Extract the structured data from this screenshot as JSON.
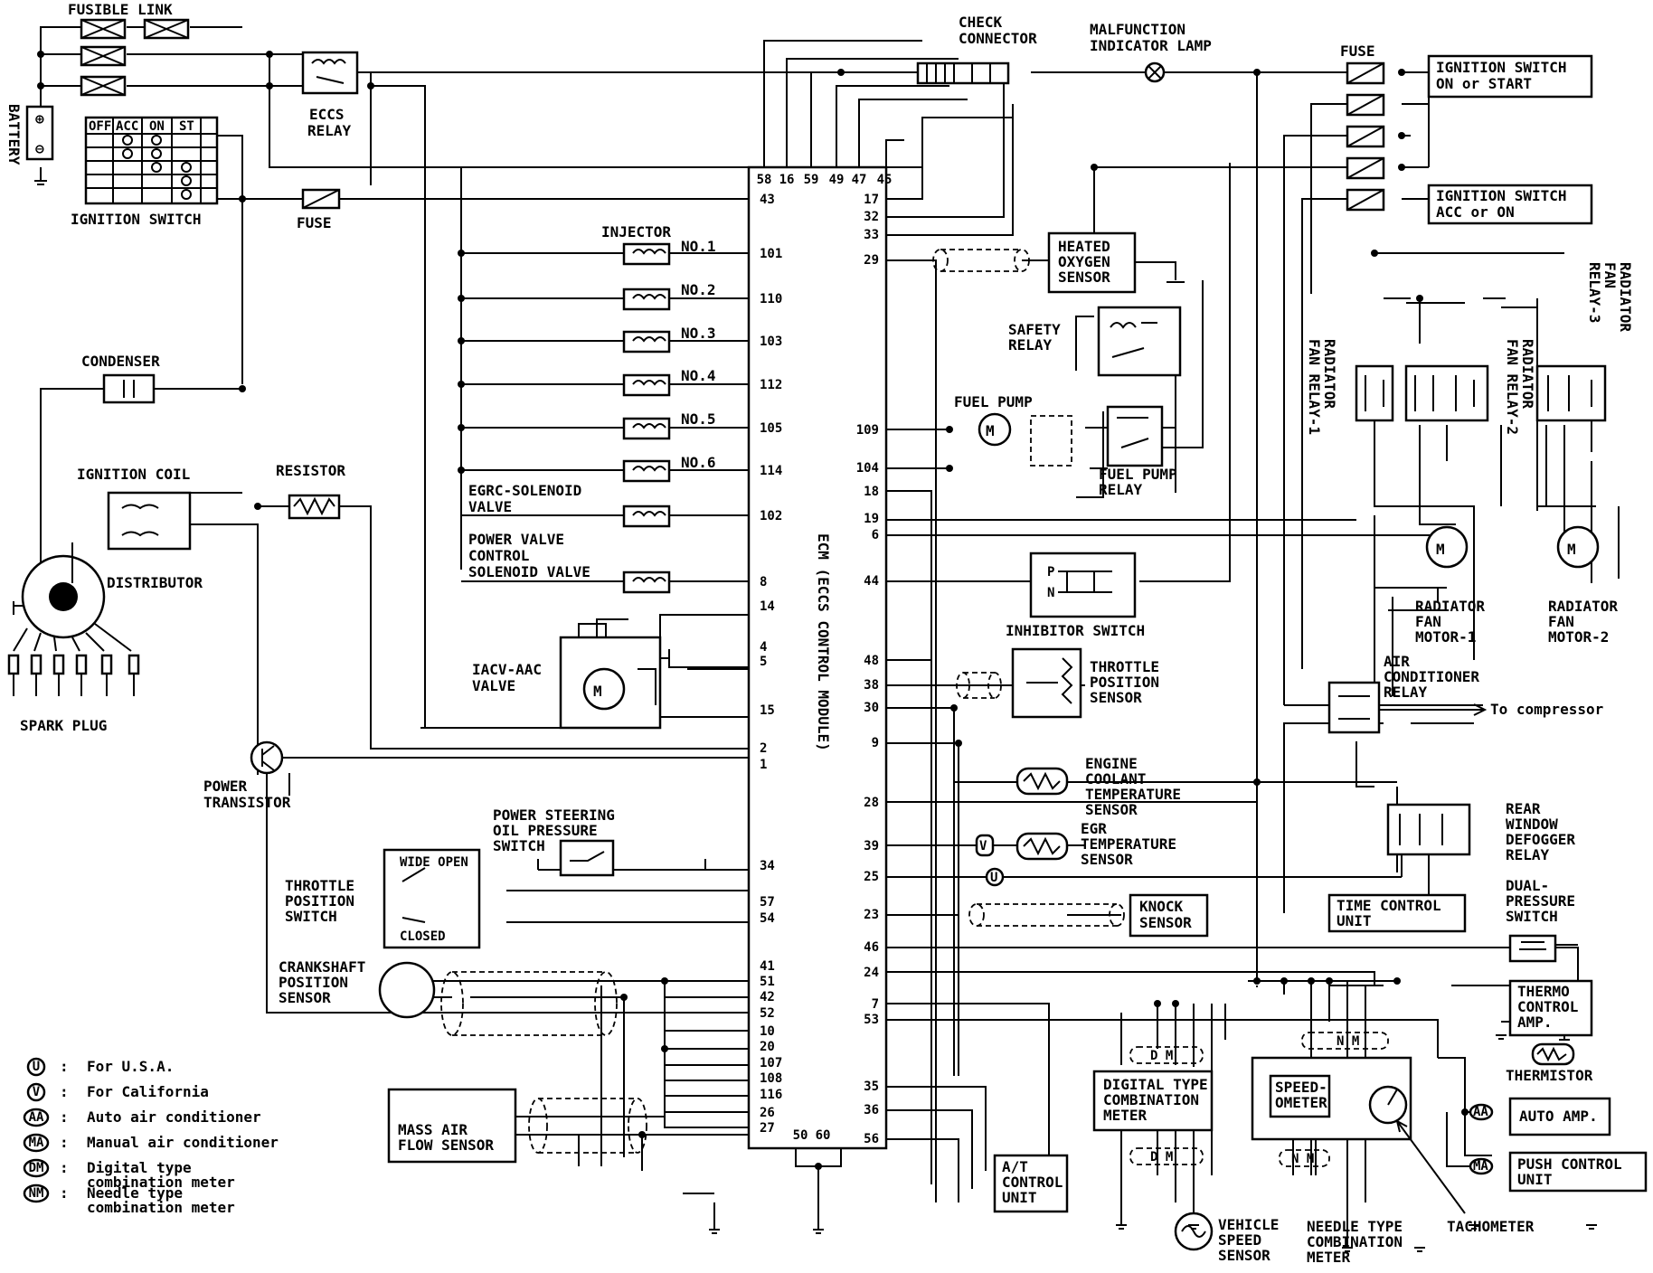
{
  "labels": {
    "fusible_link": "FUSIBLE LINK",
    "battery": "BATTERY",
    "eccs_relay": [
      "ECCS",
      "RELAY"
    ],
    "ignition_switch": "IGNITION SWITCH",
    "ign_pos": [
      "OFF",
      "ACC",
      "ON",
      "ST"
    ],
    "fuse": "FUSE",
    "check_connector": [
      "CHECK",
      "CONNECTOR"
    ],
    "mil": [
      "MALFUNCTION",
      "INDICATOR LAMP"
    ],
    "ign_on_start": [
      "IGNITION SWITCH",
      "ON or START"
    ],
    "ign_acc_on": [
      "IGNITION SWITCH",
      "ACC or ON"
    ],
    "injector": "INJECTOR",
    "injector_nos": [
      "NO.1",
      "NO.2",
      "NO.3",
      "NO.4",
      "NO.5",
      "NO.6"
    ],
    "egrc": [
      "EGRC-SOLENOID",
      "VALVE"
    ],
    "pvc": [
      "POWER VALVE",
      "CONTROL",
      "SOLENOID VALVE"
    ],
    "iacv": [
      "IACV-AAC",
      "VALVE"
    ],
    "condenser": "CONDENSER",
    "ignition_coil": "IGNITION COIL",
    "resistor": "RESISTOR",
    "distributor": "DISTRIBUTOR",
    "spark_plug": "SPARK PLUG",
    "power_transistor": [
      "POWER",
      "TRANSISTOR"
    ],
    "ps_switch": [
      "POWER STEERING",
      "OIL PRESSURE",
      "SWITCH"
    ],
    "wide_open": "WIDE OPEN",
    "closed": "CLOSED",
    "tps_switch": [
      "THROTTLE",
      "POSITION",
      "SWITCH"
    ],
    "crank": [
      "CRANKSHAFT",
      "POSITION",
      "SENSOR"
    ],
    "maf": [
      "MASS AIR",
      "FLOW SENSOR"
    ],
    "ecm": "ECM (ECCS CONTROL MODULE)",
    "ho2s": [
      "HEATED",
      "OXYGEN",
      "SENSOR"
    ],
    "safety_relay": [
      "SAFETY",
      "RELAY"
    ],
    "fuel_pump": "FUEL PUMP",
    "fuel_pump_relay": [
      "FUEL PUMP",
      "RELAY"
    ],
    "inhibitor": "INHIBITOR SWITCH",
    "inhibitor_p": "P",
    "inhibitor_n": "N",
    "tp_sensor": [
      "THROTTLE",
      "POSITION",
      "SENSOR"
    ],
    "ect": [
      "ENGINE",
      "COOLANT",
      "TEMPERATURE",
      "SENSOR"
    ],
    "egr_temp": [
      "EGR",
      "TEMPERATURE",
      "SENSOR"
    ],
    "knock": [
      "KNOCK",
      "SENSOR"
    ],
    "rfr1": [
      "RADIATOR",
      "FAN RELAY-1"
    ],
    "rfr2": [
      "RADIATOR",
      "FAN RELAY-2"
    ],
    "rfr3": [
      "RADIATOR",
      "FAN",
      "RELAY-3"
    ],
    "rfm1": [
      "RADIATOR",
      "FAN",
      "MOTOR-1"
    ],
    "rfm2": [
      "RADIATOR",
      "FAN",
      "MOTOR-2"
    ],
    "ac_relay": [
      "AIR",
      "CONDITIONER",
      "RELAY"
    ],
    "to_compressor": "To compressor",
    "rear_defog": [
      "REAR",
      "WINDOW",
      "DEFOGGER",
      "RELAY"
    ],
    "time_control": [
      "TIME CONTROL",
      "UNIT"
    ],
    "dual_pressure": [
      "DUAL-",
      "PRESSURE",
      "SWITCH"
    ],
    "thermo": [
      "THERMO",
      "CONTROL",
      "AMP."
    ],
    "thermistor": "THERMISTOR",
    "auto_amp": "AUTO AMP.",
    "push_control": [
      "PUSH CONTROL",
      "UNIT"
    ],
    "digital_meter": [
      "DIGITAL TYPE",
      "COMBINATION",
      "METER"
    ],
    "speedometer": [
      "SPEED-",
      "OMETER"
    ],
    "at_control": [
      "A/T",
      "CONTROL",
      "UNIT"
    ],
    "vss": [
      "VEHICLE",
      "SPEED",
      "SENSOR"
    ],
    "needle_meter": [
      "NEEDLE TYPE",
      "COMBINATION",
      "METER"
    ],
    "tachometer": "TACHOMETER",
    "dm": "D M",
    "nm": "N M"
  },
  "ecm_pins": {
    "top": [
      "58",
      "16",
      "59",
      "49",
      "47",
      "45"
    ],
    "left": [
      "43",
      "101",
      "110",
      "103",
      "112",
      "105",
      "114",
      "102",
      "8",
      "14",
      "4",
      "5",
      "15",
      "2",
      "1",
      "34",
      "57",
      "54",
      "41",
      "51",
      "42",
      "52",
      "10",
      "20",
      "107",
      "108",
      "116",
      "26",
      "27"
    ],
    "right": [
      "17",
      "32",
      "33",
      "29",
      "109",
      "104",
      "18",
      "19",
      "6",
      "44",
      "48",
      "38",
      "30",
      "9",
      "28",
      "39",
      "25",
      "23",
      "46",
      "24",
      "7",
      "53",
      "35",
      "36",
      "56"
    ],
    "bottom": [
      "50",
      "60"
    ]
  },
  "legend": [
    {
      "symbol": "U",
      "text": "For U.S.A."
    },
    {
      "symbol": "V",
      "text": "For California"
    },
    {
      "symbol": "AA",
      "text": "Auto air conditioner"
    },
    {
      "symbol": "MA",
      "text": "Manual air conditioner"
    },
    {
      "symbol": "DM",
      "text": "Digital type",
      "text2": "combination meter"
    },
    {
      "symbol": "NM",
      "text": "Needle type",
      "text2": "combination meter"
    }
  ]
}
